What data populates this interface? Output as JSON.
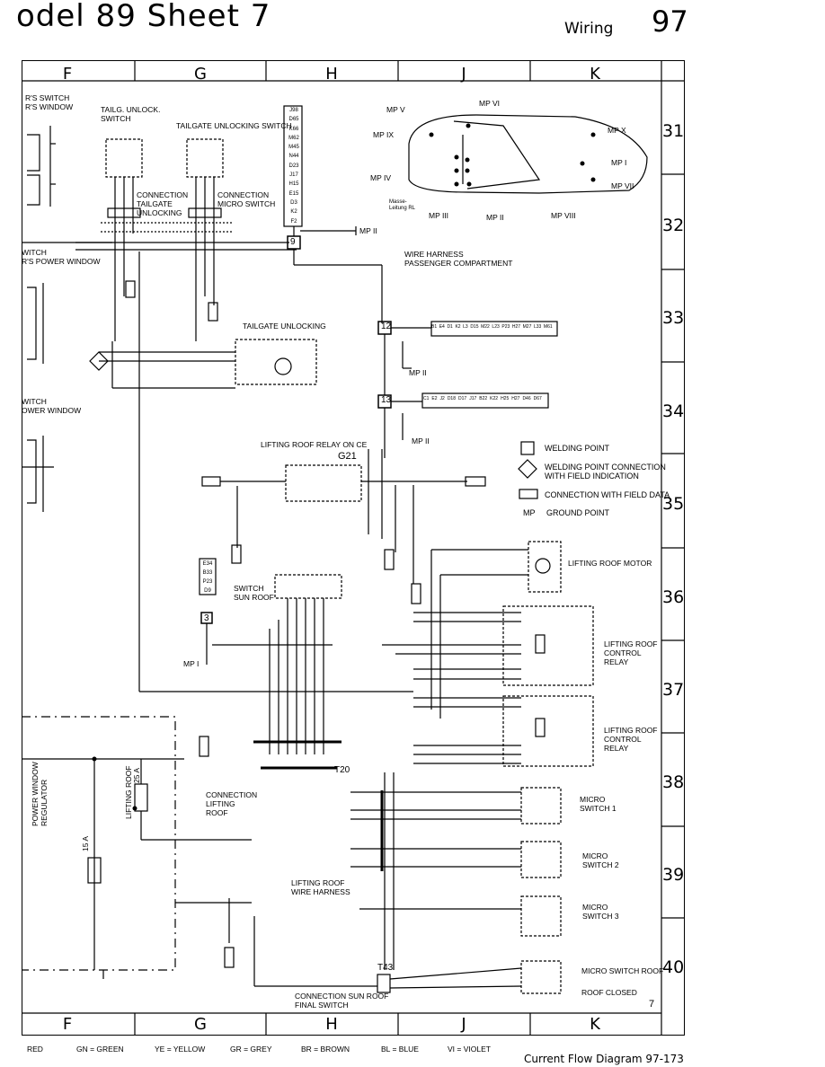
{
  "header": {
    "title": "odel 89  Sheet 7",
    "section": "Wiring",
    "page": "97"
  },
  "columns": [
    "F",
    "G",
    "H",
    "J",
    "K"
  ],
  "rows": [
    "31",
    "32",
    "33",
    "34",
    "35",
    "36",
    "37",
    "38",
    "39",
    "40"
  ],
  "components": {
    "tailgate_unlock_switch": "TAILG. UNLOCK.\nSWITCH",
    "tailgate_unlocking_switch": "TAILGATE UNLOCKING SWITCH",
    "conn_tailgate": "CONNECTION\nTAILGATE\nUNLOCKING",
    "conn_micro": "CONNECTION\nMICRO SWITCH",
    "tailgate_unlocking": "TAILGATE UNLOCKING",
    "wire_harness_pass": "WIRE HARNESS\nPASSENGER COMPARTMENT",
    "lifting_roof_relay": "LIFTING ROOF RELAY ON CE",
    "g21": "G21",
    "switch_sun_roof": "SWITCH\nSUN ROOF",
    "lifting_roof_motor": "LIFTING ROOF MOTOR",
    "lr_control_relay_1": "LIFTING ROOF\nCONTROL\nRELAY",
    "lr_control_relay_2": "LIFTING ROOF\nCONTROL\nRELAY",
    "micro_switch_1": "MICRO\nSWITCH 1",
    "micro_switch_2": "MICRO\nSWITCH 2",
    "micro_switch_3": "MICRO\nSWITCH 3",
    "micro_switch_roof": "MICRO SWITCH ROOF",
    "roof_closed": "ROOF CLOSED",
    "conn_lifting_roof": "CONNECTION\nLIFTING\nROOF",
    "lifting_roof_harness": "LIFTING ROOF\nWIRE HARNESS",
    "conn_sun_roof_final": "CONNECTION SUN ROOF\nFINAL SWITCH",
    "power_window_regulator": "POWER WINDOW\nREGULATOR",
    "lifting_roof_fuse": "LIFTING ROOF",
    "fuse_25a": "25 A",
    "fuse_15a": "15 A",
    "left_switch_1": "R'S SWITCH\nR'S WINDOW",
    "left_switch_2": "WITCH\nR'S POWER WINDOW",
    "left_switch_3": "WITCH\nOWER WINDOW",
    "t20": "T20",
    "t43": "T43",
    "mp_ii": "MP II",
    "mp_i": "MP I",
    "sheet_marker": "7"
  },
  "ground_points": [
    "MP V",
    "MP VI",
    "MP IX",
    "MP X",
    "MP I",
    "MP IV",
    "MP VII",
    "MP III",
    "MP II",
    "MP VIII"
  ],
  "car_note": "Masse-\nLeitung RL",
  "connector_9_pins": [
    "J98",
    "D65",
    "K66",
    "M62",
    "M45",
    "N44",
    "D23",
    "J17",
    "H15",
    "E15",
    "D3",
    "K2",
    "F2"
  ],
  "connector_12_pins": [
    "B1",
    "E4",
    "D1",
    "K2",
    "L3",
    "D15",
    "M22",
    "L23",
    "P23",
    "H27",
    "M27",
    "L33",
    "M61"
  ],
  "connector_13_pins": [
    "C1",
    "E2",
    "J2",
    "D18",
    "D17",
    "J17",
    "B22",
    "K22",
    "H25",
    "H27",
    "D46",
    "D67"
  ],
  "fuse_labels": [
    "E34",
    "B33",
    "P23",
    "D9"
  ],
  "legend": {
    "welding_point": "WELDING POINT",
    "welding_conn": "WELDING POINT CONNECTION\nWITH FIELD INDICATION",
    "conn_field": "CONNECTION WITH FIELD DATA",
    "mp_abbr": "MP",
    "mp_desc": "GROUND POINT"
  },
  "color_key": [
    "RED",
    "GN = GREEN",
    "YE = YELLOW",
    "GR = GREY",
    "BR = BROWN",
    "BL = BLUE",
    "VI = VIOLET"
  ],
  "footer": "Current Flow Diagram  97-173"
}
